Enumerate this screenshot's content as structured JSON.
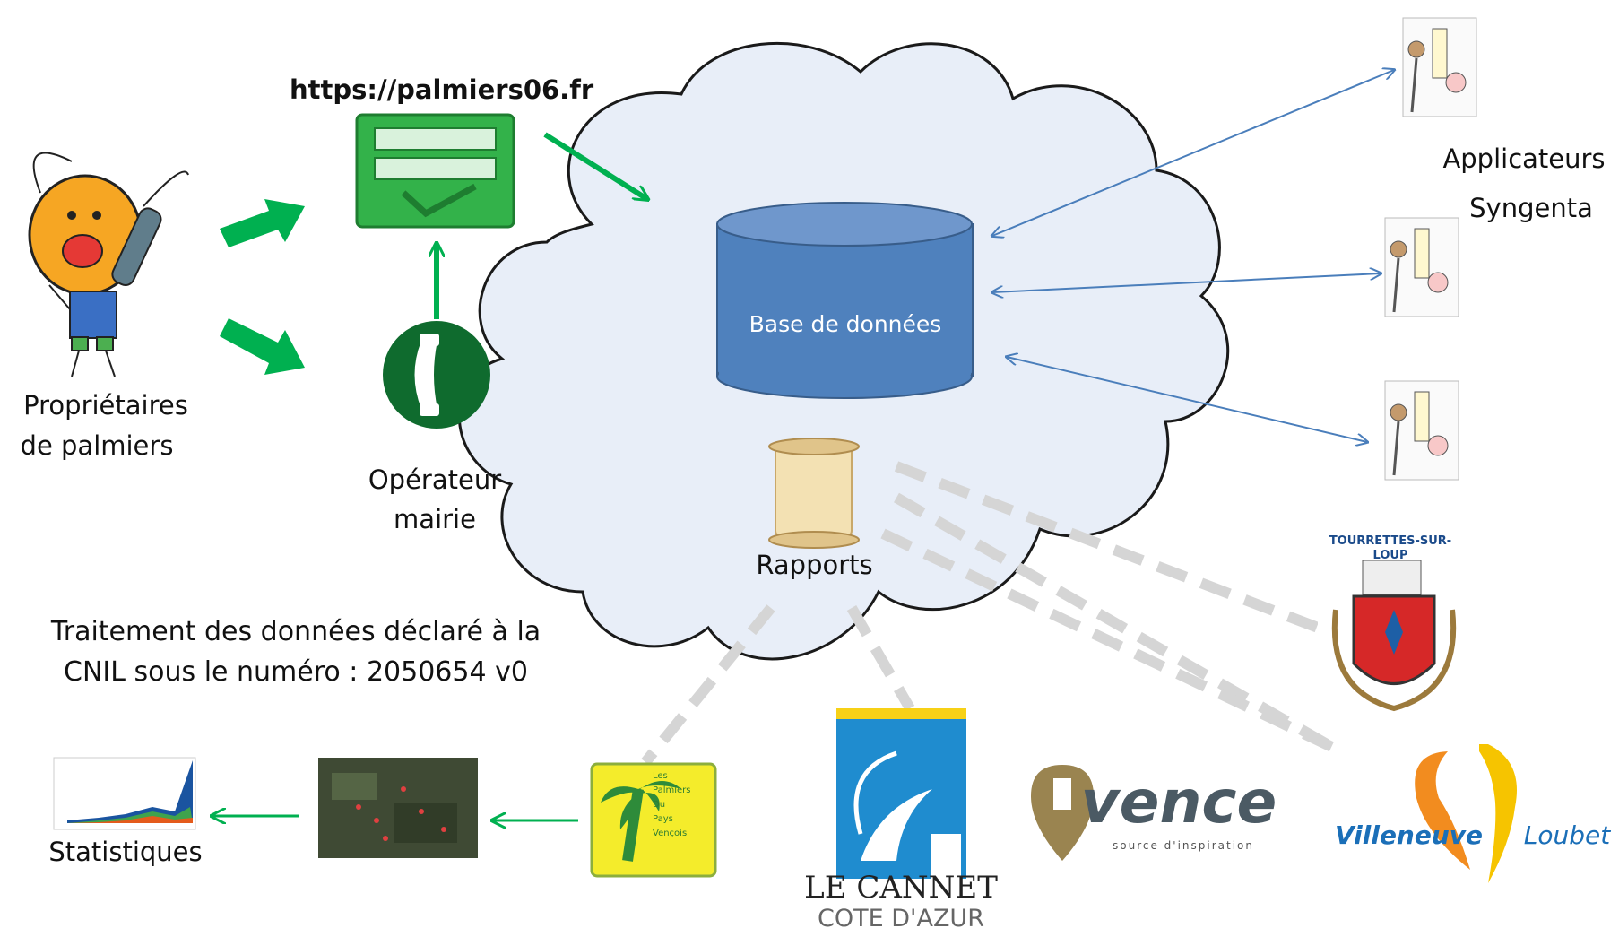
{
  "diagram": {
    "top_text": "…",
    "url": "https://palmiers06.fr",
    "database": "Base  de données",
    "reports": "Rapports",
    "owners": [
      "Propriétaires",
      "de palmiers"
    ],
    "operator": [
      "Opérateur",
      "mairie"
    ],
    "applicators": [
      "Applicateurs",
      "Syngenta"
    ],
    "cnil": [
      "Traitement des données déclaré à la",
      "CNIL sous le numéro : 2050654 v0"
    ],
    "statistics": "Statistiques",
    "logos": {
      "tourrettes": "TOURRETTES-SUR-LOUP",
      "palmiers_pays": [
        "Les",
        "Palmiers",
        "Du",
        "Pays",
        "Vençois"
      ],
      "le_cannet": [
        "LE CANNET",
        "COTE D'AZUR"
      ],
      "vence": "vence",
      "vence_tagline": "source d'inspiration",
      "villeneuve": "Villeneuve",
      "loubet": "Loubet"
    }
  },
  "colors": {
    "green_arrow": "#00b050",
    "blue_arrow": "#4a7ebb",
    "cloud_fill": "#e8eef8",
    "db_fill": "#4f81bd",
    "dashed": "#d5d5d5"
  }
}
